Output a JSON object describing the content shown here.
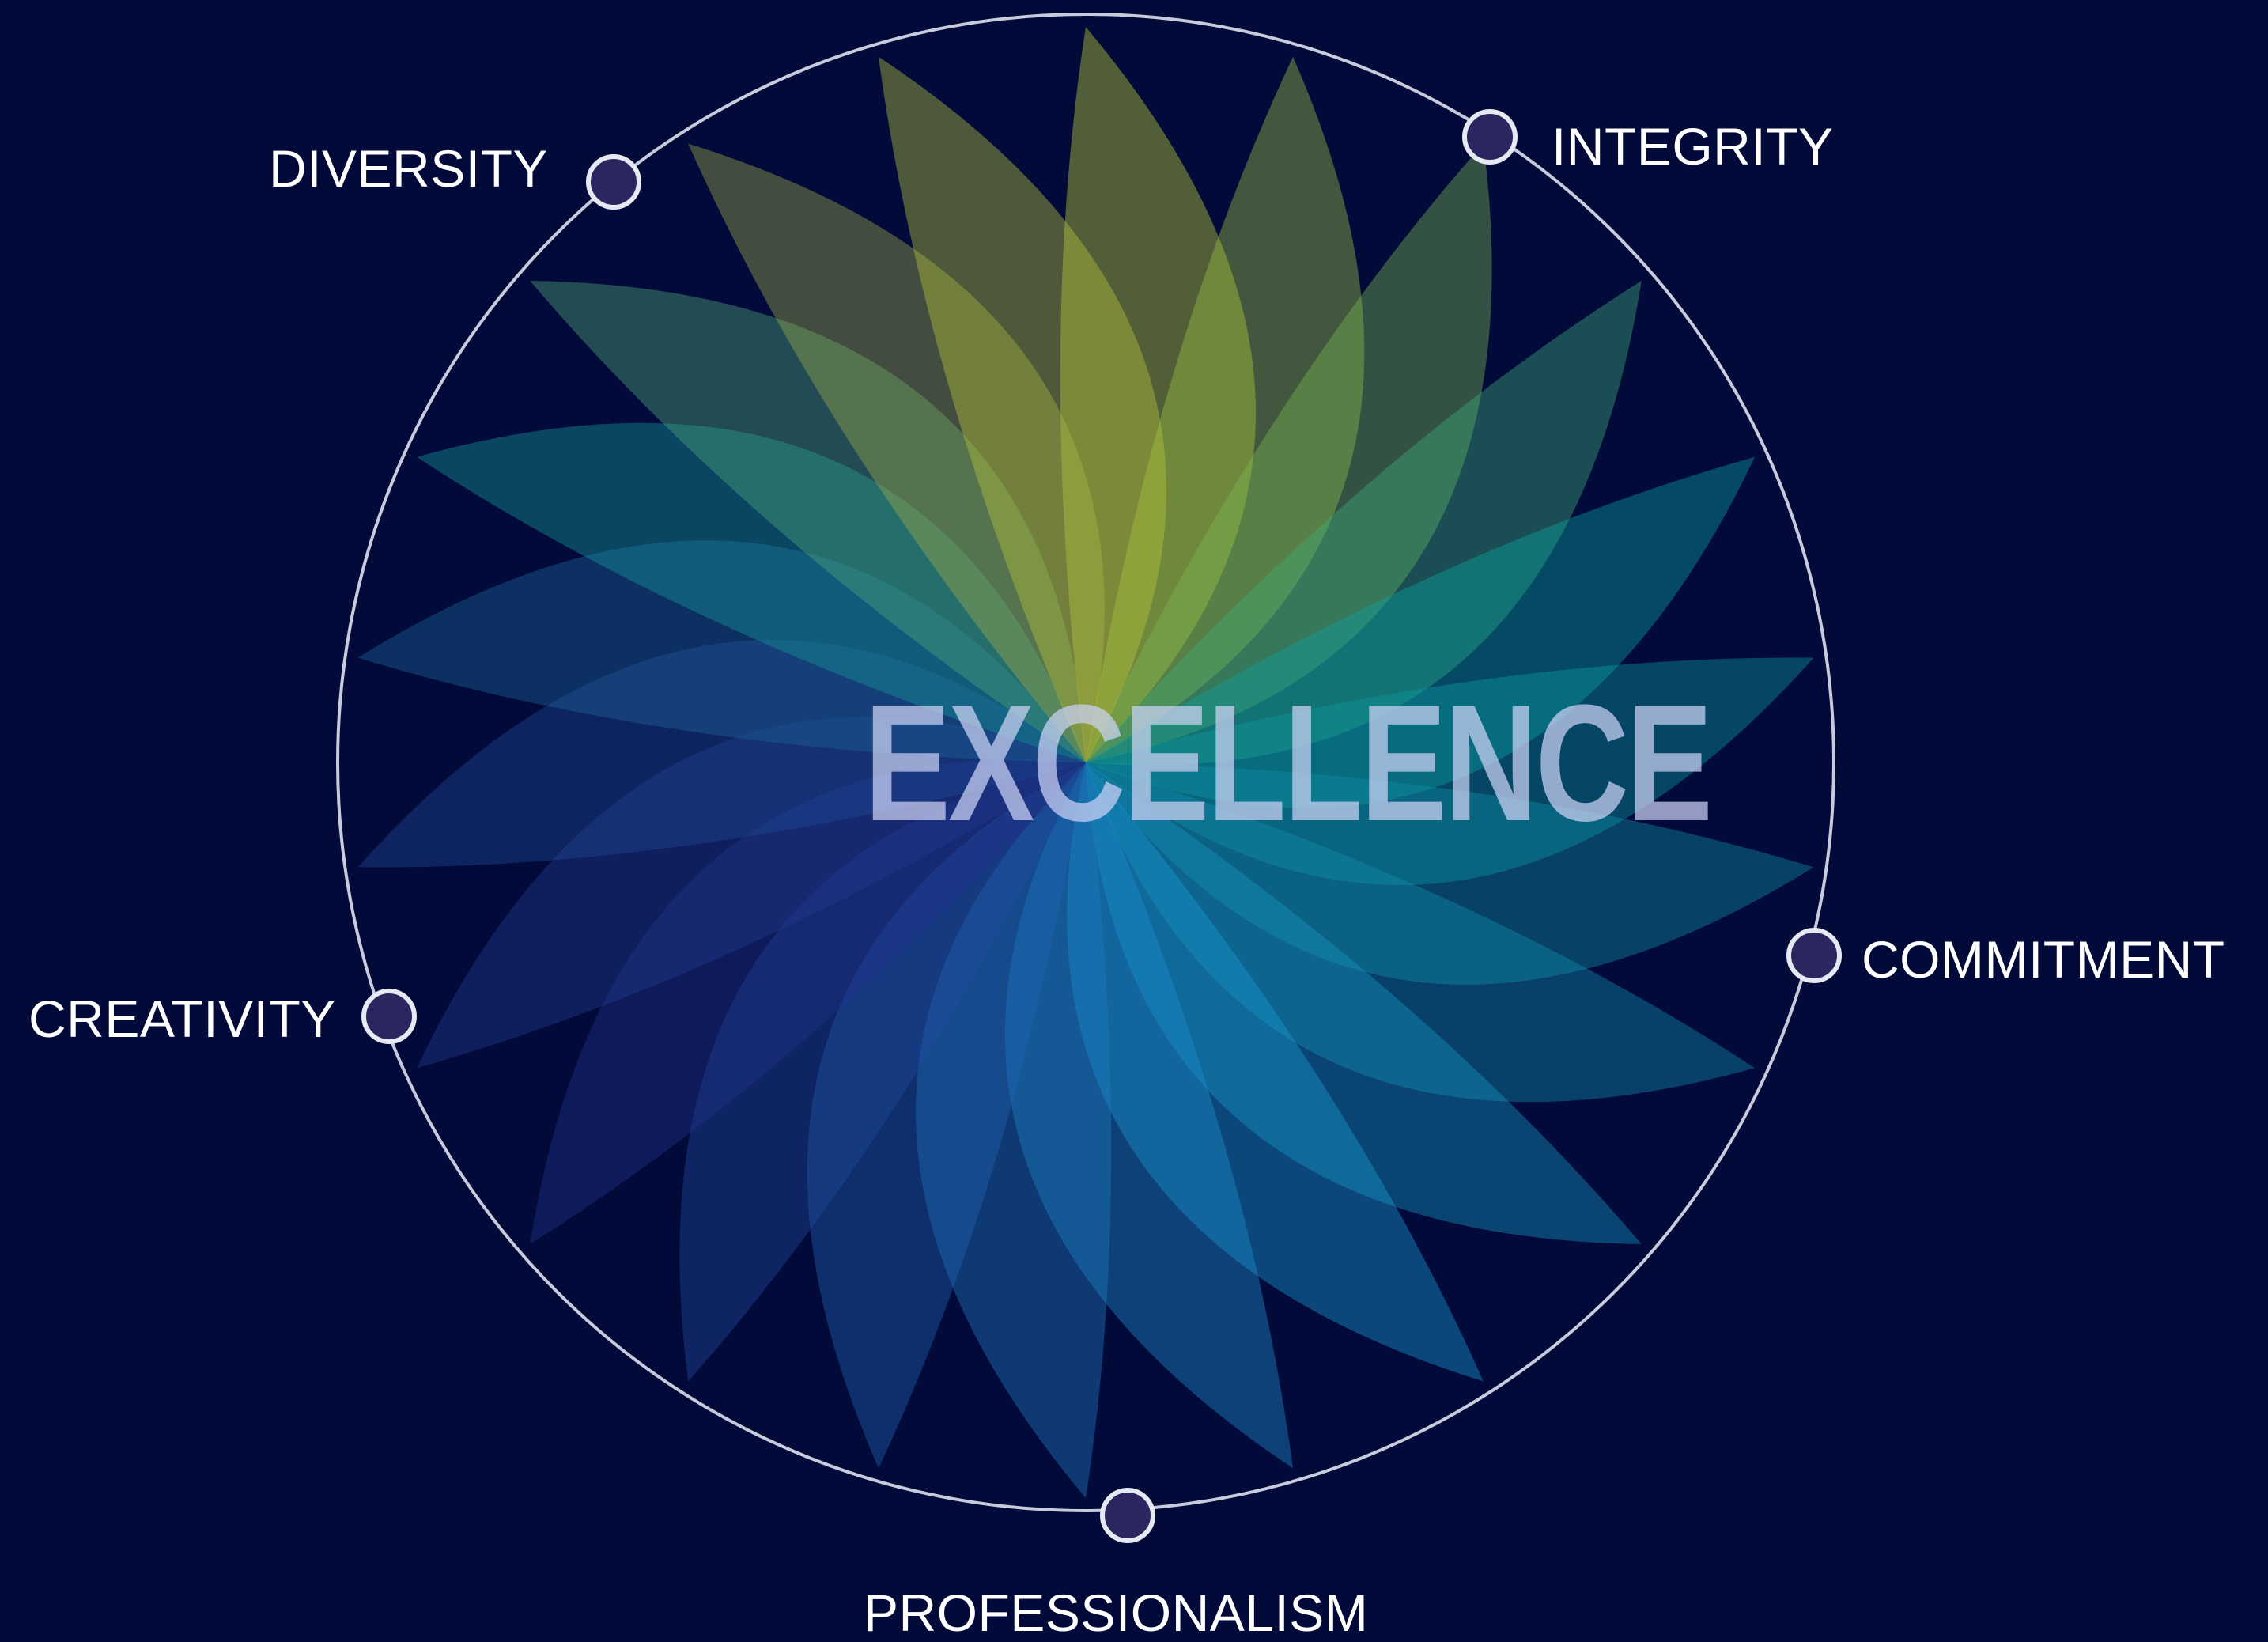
{
  "center_title": "EXCELLENCE",
  "values": [
    {
      "id": "diversity",
      "label": "DIVERSITY"
    },
    {
      "id": "integrity",
      "label": "INTEGRITY"
    },
    {
      "id": "commitment",
      "label": "COMMITMENT"
    },
    {
      "id": "creativity",
      "label": "CREATIVITY"
    },
    {
      "id": "professionalism",
      "label": "PROFESSIONALISM"
    }
  ],
  "colors": {
    "background": "#020a3a",
    "ring": "#c8cbdc",
    "marker_fill": "#2a2660",
    "marker_stroke": "#e6e8f2",
    "petal_palette": [
      "#c8d832",
      "#14a89c",
      "#0f8aa6",
      "#1f6fb8",
      "#22308a",
      "#1a9fd8",
      "#0aa5a0"
    ]
  }
}
